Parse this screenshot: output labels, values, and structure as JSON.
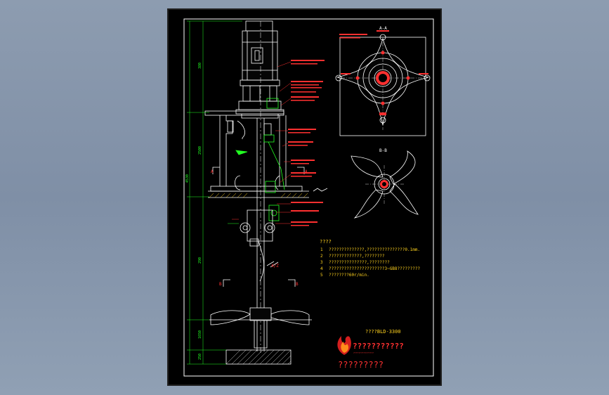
{
  "colors": {
    "background": "#8d9cb0",
    "sheet": "#000000",
    "border": "#ffffff",
    "lines": "#ffffff",
    "annotation": "#ff3030",
    "dimension": "#22ff22",
    "notes": "#ffd21e",
    "logo_red": "#d41e1e",
    "logo_orange": "#ff8c1a"
  },
  "notes": {
    "heading": "????",
    "items": [
      {
        "no": "1",
        "text": "??????????????,???????????????0.1mm."
      },
      {
        "no": "2",
        "text": "?????????????,????????"
      },
      {
        "no": "3",
        "text": "???????????????,????????"
      },
      {
        "no": "4",
        "text": "??????????????????????3~GB8?????????"
      },
      {
        "no": "5",
        "text": "????????60r/min."
      }
    ]
  },
  "model": "????BLD-3300",
  "section_top_label": "A-A",
  "section_blade_label": "B-B",
  "section_markers": [
    "A",
    "A",
    "B",
    "B"
  ],
  "company": {
    "name": "???????????",
    "subtitle": "????????????????",
    "footer": "?????????"
  },
  "dims": [
    "380",
    "2500",
    "290",
    "4530",
    "1650",
    "250"
  ],
  "detail_label": "4/Z"
}
